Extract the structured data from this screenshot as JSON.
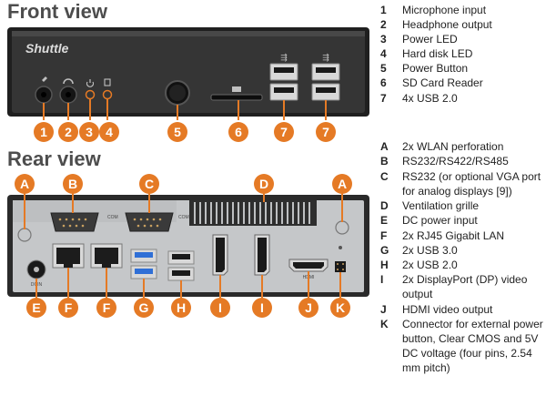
{
  "front": {
    "title": "Front view",
    "brand": "Shuttle",
    "callouts": [
      "1",
      "2",
      "3",
      "4",
      "5",
      "6",
      "7",
      "7"
    ],
    "legend": [
      {
        "key": "1",
        "label": "Microphone input"
      },
      {
        "key": "2",
        "label": "Headphone output"
      },
      {
        "key": "3",
        "label": "Power LED"
      },
      {
        "key": "4",
        "label": "Hard disk LED"
      },
      {
        "key": "5",
        "label": "Power Button"
      },
      {
        "key": "6",
        "label": "SD Card Reader"
      },
      {
        "key": "7",
        "label": "4x USB 2.0"
      }
    ]
  },
  "rear": {
    "title": "Rear view",
    "callouts": [
      "A",
      "B",
      "C",
      "D",
      "A",
      "E",
      "F",
      "F",
      "G",
      "H",
      "I",
      "I",
      "J",
      "K"
    ],
    "port_labels": {
      "com": "COM",
      "dcin": "DCIN",
      "hdmi": "HDMI"
    },
    "legend": [
      {
        "key": "A",
        "label": "2x WLAN perforation"
      },
      {
        "key": "B",
        "label": "RS232/RS422/RS485"
      },
      {
        "key": "C",
        "label": "RS232 (or optional VGA port for analog displays [9])"
      },
      {
        "key": "D",
        "label": "Ventilation grille"
      },
      {
        "key": "E",
        "label": "DC power input"
      },
      {
        "key": "F",
        "label": "2x RJ45 Gigabit LAN"
      },
      {
        "key": "G",
        "label": "2x USB 3.0"
      },
      {
        "key": "H",
        "label": "2x USB 2.0"
      },
      {
        "key": "I",
        "label": "2x DisplayPort (DP) video output"
      },
      {
        "key": "J",
        "label": "HDMI video output"
      },
      {
        "key": "K",
        "label": "Connector for external power button, Clear CMOS and 5V DC voltage (four pins, 2.54 mm pitch)"
      }
    ]
  },
  "colors": {
    "callout": "#e57a25",
    "chassis": "#2b2b2b",
    "rear_panel": "#bfc1c3",
    "usb3": "#2f6fd6"
  }
}
